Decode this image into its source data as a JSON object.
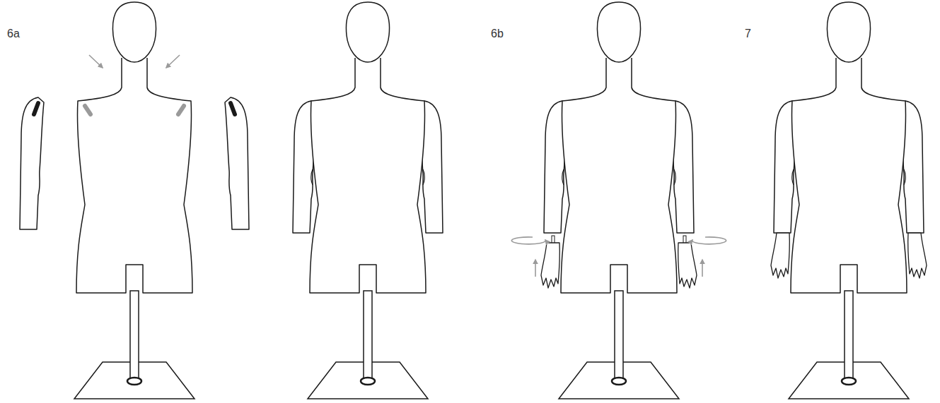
{
  "diagram": {
    "labels": [
      "6a",
      "6b",
      "7"
    ]
  }
}
